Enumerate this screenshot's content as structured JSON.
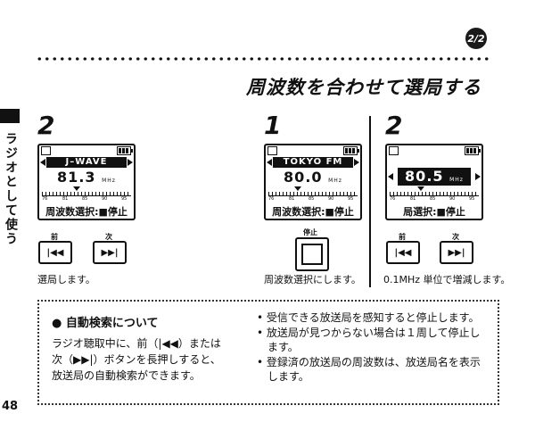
{
  "page_indicator": "2/2",
  "heading": "周波数を合わせて選局する",
  "side_tab": "ラジオとして使う",
  "page_number": "48",
  "left_panel": {
    "step": "2",
    "station": "J–WAVE",
    "frequency": "81.3",
    "unit": "MHz",
    "status": "周波数選択:■停止",
    "btn_prev_label": "前",
    "btn_next_label": "次",
    "btn_prev_icon": "|◀◀",
    "btn_next_icon": "▶▶|",
    "caption": "選局します。"
  },
  "center_panel": {
    "step": "1",
    "station": "TOKYO FM",
    "frequency": "80.0",
    "unit": "MHz",
    "status": "周波数選択:■停止",
    "btn_stop_label": "停止",
    "caption": "周波数選択にします。"
  },
  "right_panel": {
    "step": "2",
    "frequency": "80.5",
    "unit": "MHz",
    "status": "局選択:■停止",
    "btn_prev_label": "前",
    "btn_next_label": "次",
    "btn_prev_icon": "|◀◀",
    "btn_next_icon": "▶▶|",
    "caption": "0.1MHz 単位で増減します。"
  },
  "scale_ticks": [
    "76",
    "81",
    "85",
    "90",
    "95"
  ],
  "info": {
    "title": "● 自動検索について",
    "left_lines": [
      "ラジオ聴取中に、前（|◀◀）または",
      "次（▶▶|）ボタンを長押しすると、",
      "放送局の自動検索ができます。"
    ],
    "bullets": [
      "• 受信できる放送局を感知すると停止します。",
      "• 放送局が見つからない場合は１周して停止します。",
      "• 登録済の放送局の周波数は、放送局名を表示します。"
    ]
  }
}
